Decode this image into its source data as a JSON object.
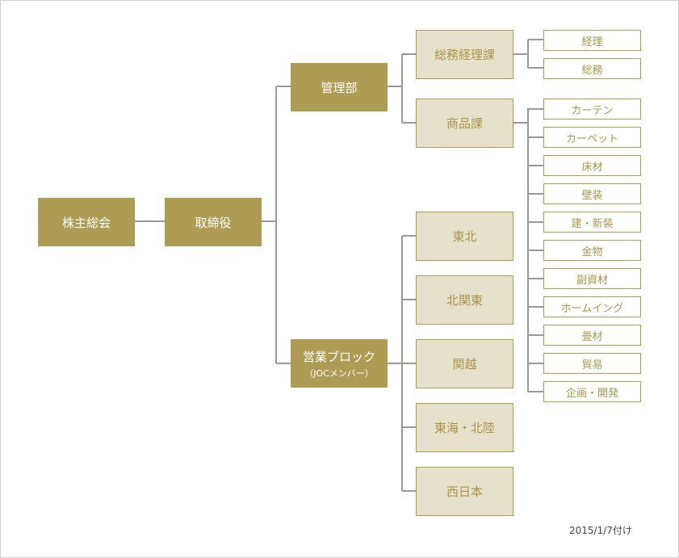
{
  "nodes": {
    "shareholders": "株主総会",
    "board": "取締役",
    "admin": "管理部",
    "sales": "営業ブロック",
    "sales_sub": "（JOCメンバー）",
    "general_accounting": "総務経理課",
    "products": "商品課",
    "accounting": "経理",
    "general": "総務",
    "product_items": [
      "カーテン",
      "カーペット",
      "床材",
      "壁装",
      "建・新装",
      "金物",
      "副資材",
      "ホームイング",
      "畳材",
      "貿易",
      "企画・開発"
    ],
    "regions": [
      "東北",
      "北関東",
      "関越",
      "東海・北陸",
      "西日本"
    ]
  },
  "date": "2015/1/7付け",
  "colors": {
    "dark": "#ae9c55",
    "light": "#e6e1ca",
    "line": "#999999"
  }
}
